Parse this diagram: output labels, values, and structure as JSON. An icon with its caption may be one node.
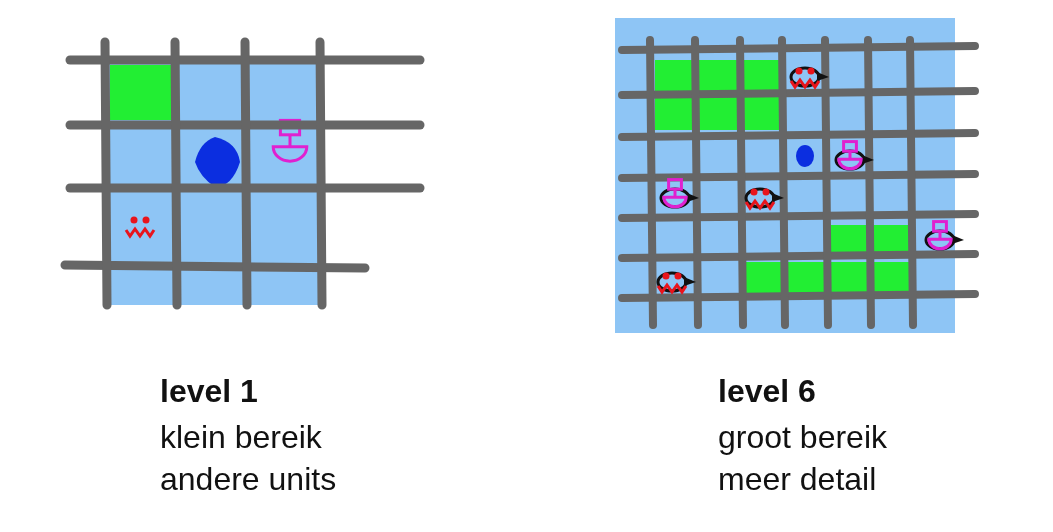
{
  "diagram": {
    "labels": [
      "level 1",
      "klein bereik",
      "andere units",
      "level 6",
      "groot bereik",
      "meer detail"
    ]
  }
}
